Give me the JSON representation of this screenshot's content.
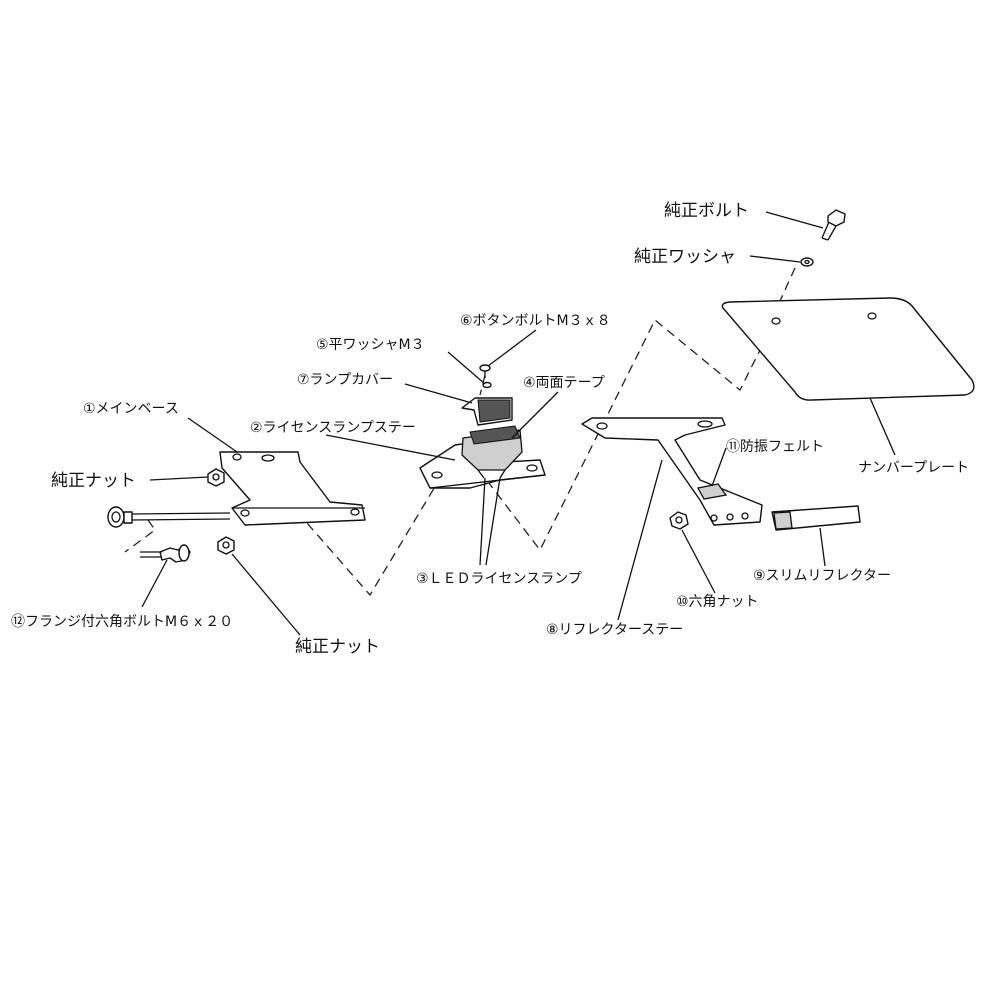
{
  "labels": {
    "genuine_bolt": "純正ボルト",
    "genuine_washer": "純正ワッシャ",
    "license_plate": "ナンバープレート",
    "button_bolt": "⑥ボタンボルトM３ｘ８",
    "flat_washer": "⑤平ワッシャM３",
    "lamp_cover": "⑦ランプカバー",
    "double_sided_tape": "④両面テープ",
    "main_base": "①メインベース",
    "license_lamp_stay": "②ライセンスランプステー",
    "genuine_nut_1": "純正ナット",
    "anti_vibration_felt": "⑪防振フェルト",
    "led_license_lamp": "③ＬＥＤライセンスランプ",
    "slim_reflector": "⑨スリムリフレクター",
    "hex_nut": "⑩六角ナット",
    "flange_hex_bolt": "⑫フランジ付六角ボルトM６ｘ２０",
    "reflector_stay": "⑧リフレクターステー",
    "genuine_nut_2": "純正ナット"
  }
}
